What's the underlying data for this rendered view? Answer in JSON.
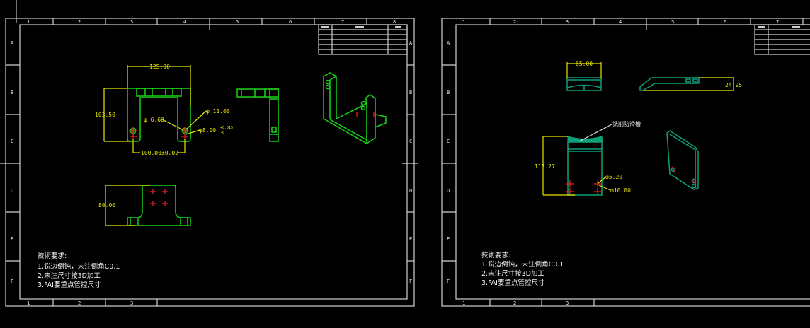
{
  "sheet_left": {
    "columns": [
      "1",
      "2",
      "3",
      "4",
      "5",
      "6",
      "7",
      "8"
    ],
    "rows": [
      "A",
      "B",
      "C",
      "D",
      "E",
      "F"
    ],
    "bottom_columns": [
      "1",
      "2",
      "3"
    ],
    "dimensions": {
      "width": "125.00",
      "height": "103.50",
      "hole_small": "φ 6.60",
      "hole_large": "φ 11.00",
      "pin": "φ8.00",
      "pin_tol_upper": "+0.015",
      "pin_tol_lower": "-0",
      "hole_spacing": "100.00±0.02",
      "lower_height": "80.00"
    },
    "notes": {
      "title": "技術要求:",
      "items": [
        "1.锐边倒钝，未注倒角C0.1",
        "2.未注尺寸按3D加工",
        "3.FAI要重点管控尺寸"
      ]
    }
  },
  "sheet_right": {
    "columns": [
      "1",
      "2",
      "3",
      "4",
      "5",
      "6",
      "7"
    ],
    "rows": [
      "A",
      "B",
      "C",
      "D",
      "E",
      "F"
    ],
    "bottom_columns": [
      "1",
      "2",
      "3"
    ],
    "dimensions": {
      "width": "65.00",
      "thickness": "24.95",
      "height": "115.27",
      "hole_small": "φ5.20",
      "hole_large": "φ10.00"
    },
    "callout": "铣削防滑槽",
    "notes": {
      "title": "技術要求:",
      "items": [
        "1.锐边倒钝，未注倒角C0.1",
        "2.未注尺寸按3D加工",
        "3.FAI要重点管控尺寸"
      ]
    }
  },
  "colors": {
    "background": "#000000",
    "frame": "#d0d0d0",
    "part_left": "#19d619",
    "part_right": "#0fa07a",
    "dimension": "#e6e600",
    "center_mark": "#e02020"
  }
}
